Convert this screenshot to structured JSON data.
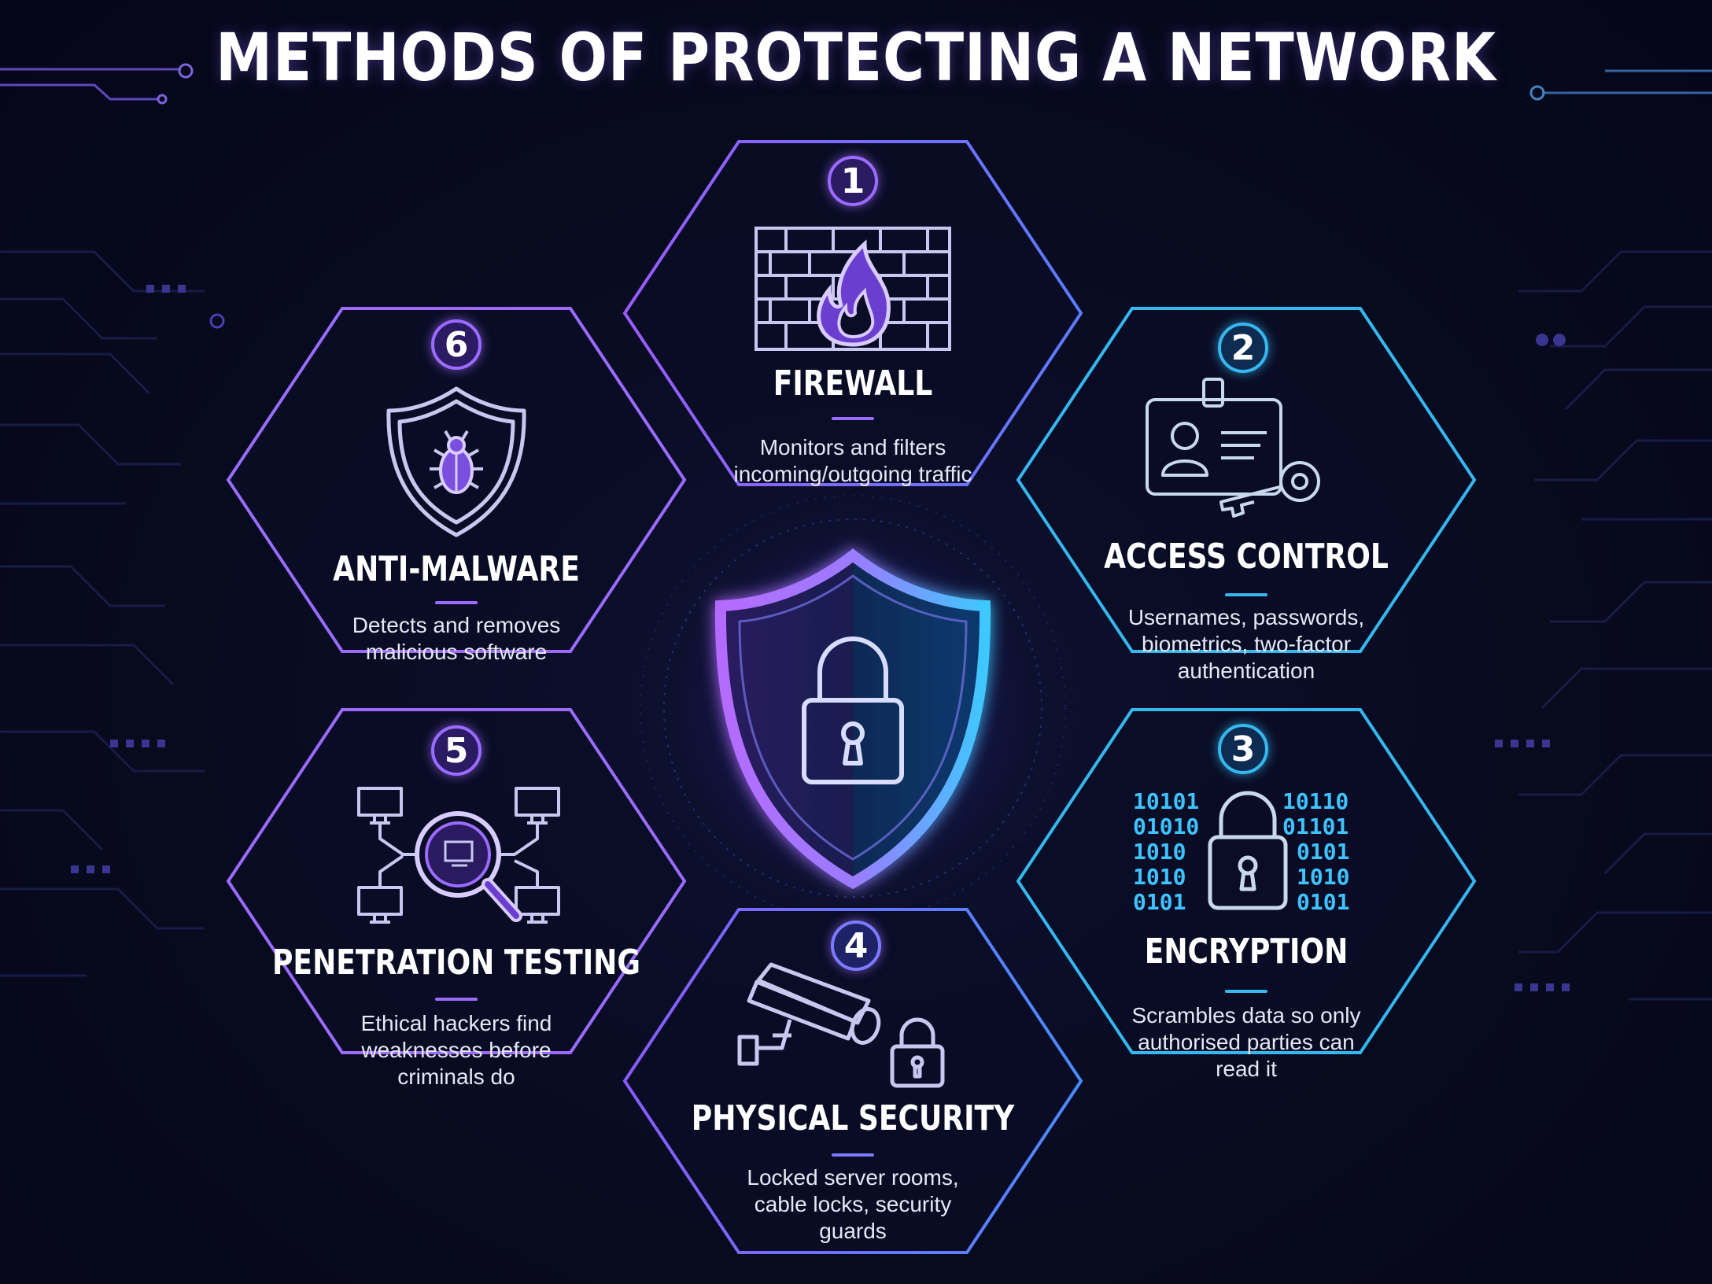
{
  "title": "METHODS OF PROTECTING A NETWORK",
  "colors": {
    "purple": "#9b6bff",
    "blue": "#35b7f0",
    "background": "#080a1e"
  },
  "methods": [
    {
      "number": "1",
      "title": "FIREWALL",
      "description": [
        "Monitors and filters",
        "incoming/outgoing traffic"
      ],
      "icon": "firewall-icon"
    },
    {
      "number": "2",
      "title": "ACCESS CONTROL",
      "description": [
        "Usernames, passwords,",
        "biometrics, two-factor",
        "authentication"
      ],
      "icon": "id-card-key-icon"
    },
    {
      "number": "3",
      "title": "ENCRYPTION",
      "description": [
        "Scrambles data so only",
        "authorised parties can",
        "read it"
      ],
      "icon": "binary-lock-icon",
      "binary_left": [
        "10101",
        "01010",
        "1010",
        "1010",
        "0101"
      ],
      "binary_right": [
        "10110",
        "01101",
        "0101",
        "1010",
        "0101"
      ]
    },
    {
      "number": "4",
      "title": "PHYSICAL SECURITY",
      "description": [
        "Locked server rooms,",
        "cable locks, security",
        "guards"
      ],
      "icon": "camera-padlock-icon"
    },
    {
      "number": "5",
      "title": "PENETRATION TESTING",
      "description": [
        "Ethical hackers find",
        "weaknesses before",
        "criminals do"
      ],
      "icon": "magnifier-network-icon"
    },
    {
      "number": "6",
      "title": "ANTI-MALWARE",
      "description": [
        "Detects and removes",
        "malicious software"
      ],
      "icon": "shield-bug-icon"
    }
  ],
  "center_icon": "shield-lock-icon"
}
